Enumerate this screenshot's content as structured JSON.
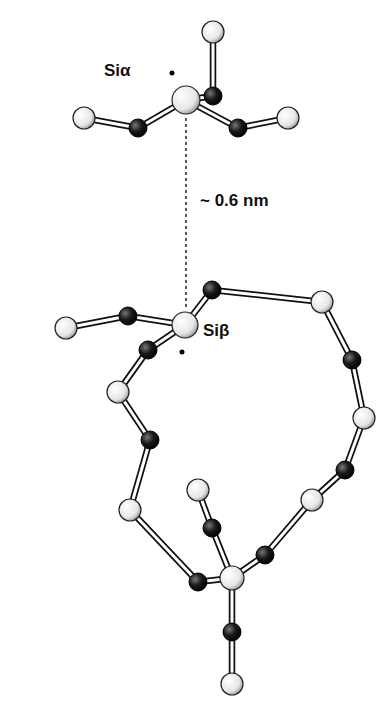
{
  "diagram": {
    "labels": [
      "Siα",
      "~ 0.6 nm",
      "Siβ"
    ]
  }
}
